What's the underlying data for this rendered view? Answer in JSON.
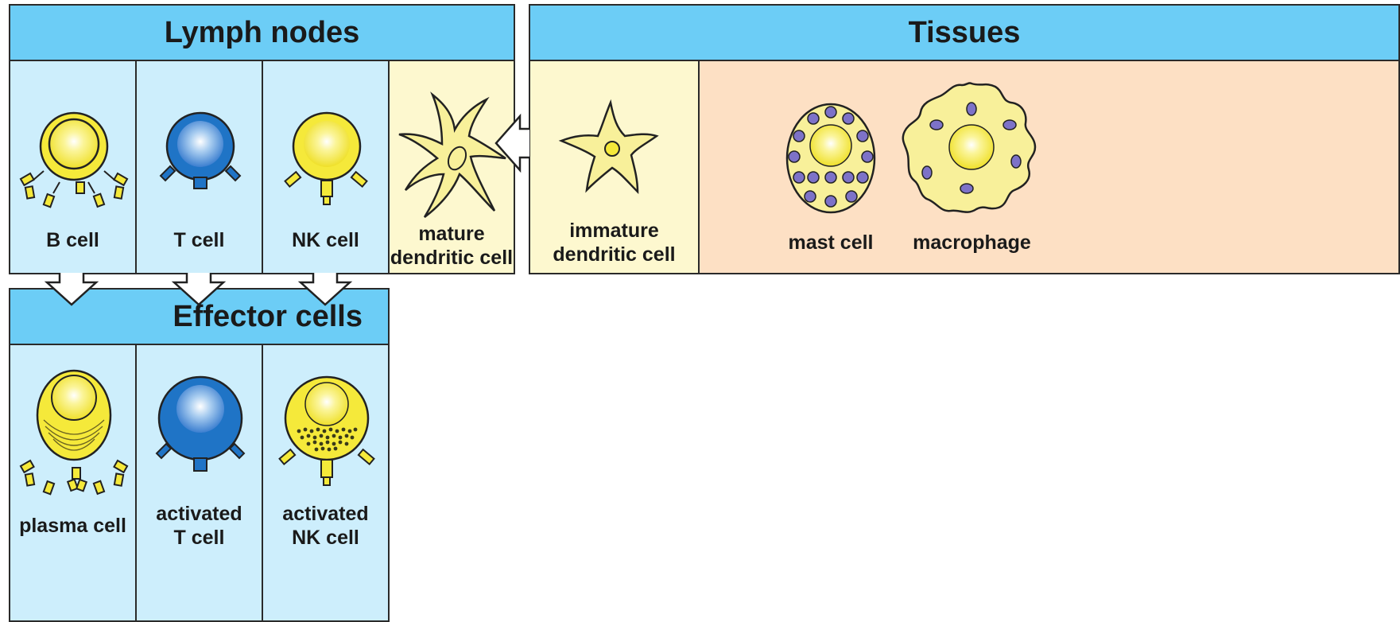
{
  "headers": {
    "lymph_nodes": "Lymph nodes",
    "tissues": "Tissues",
    "effector_cells": "Effector cells"
  },
  "cells": {
    "b_cell": "B cell",
    "t_cell": "T cell",
    "nk_cell": "NK cell",
    "mature_dc_line1": "mature",
    "mature_dc_line2": "dendritic cell",
    "immature_dc_line1": "immature",
    "immature_dc_line2": "dendritic cell",
    "mast_cell": "mast cell",
    "macrophage": "macrophage",
    "plasma_cell": "plasma cell",
    "activated_t_line1": "activated",
    "activated_t_line2": "T cell",
    "activated_nk_line1": "activated",
    "activated_nk_line2": "NK cell"
  },
  "colors": {
    "header_blue": "#6ccdf6",
    "panel_light_blue": "#cdeefc",
    "panel_yellow": "#fdf8cf",
    "panel_peach": "#fde0c4",
    "cell_yellow": "#f5e93a",
    "cell_blue": "#1f74c6",
    "granule_purple": "#7d72c8"
  }
}
